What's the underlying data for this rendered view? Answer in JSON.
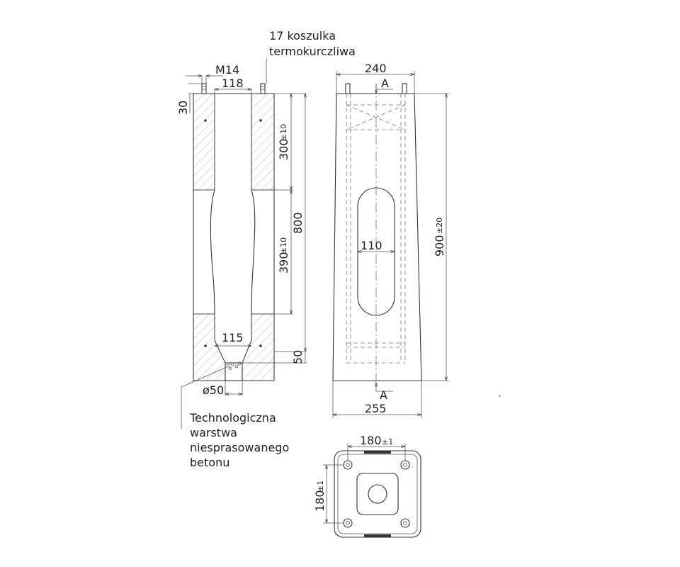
{
  "annotations": {
    "sleeve_line1": "17 koszulka",
    "sleeve_line2": "termokurczliwa",
    "note_line1": "Technologiczna",
    "note_line2": "warstwa",
    "note_line3": "niesprasowanego",
    "note_line4": "betonu"
  },
  "dimensions": {
    "bolt_thread": "M14",
    "top_opening": "118",
    "top_offset": "30",
    "upper_zone": "300",
    "upper_zone_tol": "±10",
    "middle_zone": "390",
    "middle_zone_tol": "±10",
    "overall_depth": "800",
    "bottom_opening": "115",
    "bottom_step": "50",
    "drain_diameter": "ø50",
    "side_top_width": "240",
    "slot_width": "110",
    "total_height": "900",
    "total_height_tol": "±20",
    "side_bottom_width": "255",
    "bolt_spacing_x": "180",
    "bolt_spacing_x_tol": "±1",
    "bolt_spacing_y": "180",
    "bolt_spacing_y_tol": "±1"
  },
  "section_marks": {
    "top": "A",
    "bottom": "A"
  }
}
